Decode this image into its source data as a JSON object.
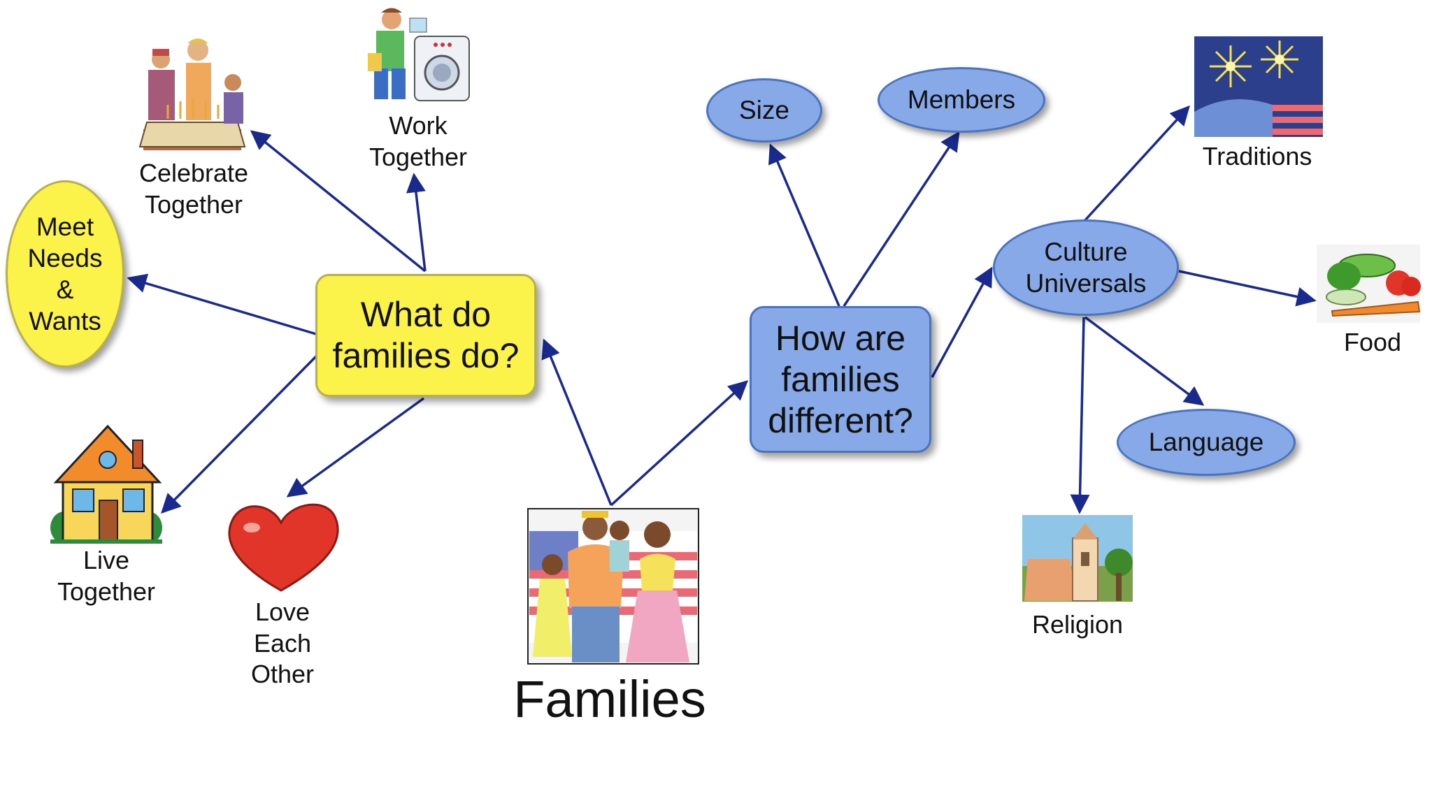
{
  "diagram": {
    "root": {
      "label": "Families"
    },
    "question_do": {
      "label": "What do\nfamilies do?"
    },
    "question_different": {
      "label": "How are\nfamilies\ndifferent?"
    },
    "do_items": {
      "celebrate": "Celebrate\nTogether",
      "work": "Work\nTogether",
      "meet_needs": "Meet\nNeeds\n&\nWants",
      "live": "Live\nTogether",
      "love": "Love\nEach\nOther"
    },
    "different_items": {
      "size": "Size",
      "members": "Members",
      "culture": "Culture\nUniversals"
    },
    "culture_items": {
      "traditions": "Traditions",
      "food": "Food",
      "language": "Language",
      "religion": "Religion"
    },
    "icons": {
      "families_picture": "family-picture-icon",
      "celebrate_picture": "celebration-picture-icon",
      "work_picture": "laundry-picture-icon",
      "house_picture": "house-icon",
      "heart_picture": "heart-icon",
      "fireworks_picture": "fireworks-picture-icon",
      "food_picture": "vegetables-picture-icon",
      "church_picture": "church-picture-icon"
    },
    "colors": {
      "yellow_node": "#fbf34a",
      "blue_node": "#87a9e8",
      "arrow": "#1a2a8c"
    }
  }
}
